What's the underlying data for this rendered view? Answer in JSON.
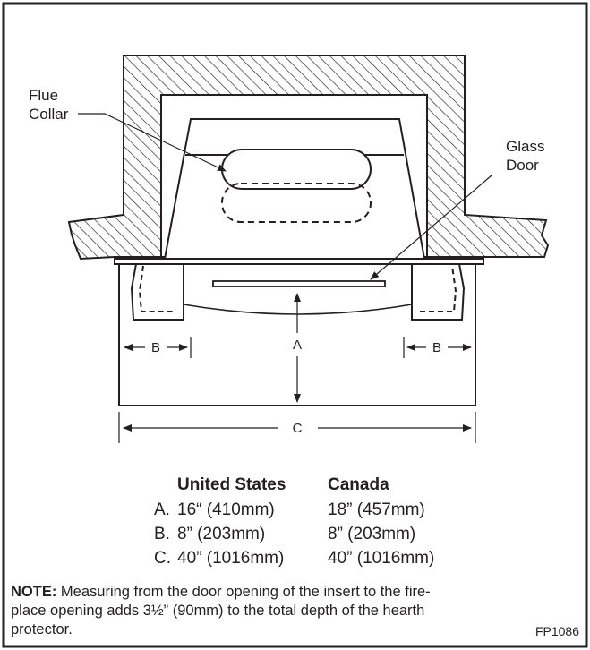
{
  "labels": {
    "flue_collar": [
      "Flue",
      "Collar"
    ],
    "glass_door": [
      "Glass",
      "Door"
    ],
    "dim_a": "A",
    "dim_b": "B",
    "dim_c": "C"
  },
  "table": {
    "headers": [
      "United States",
      "Canada"
    ],
    "rows": [
      {
        "key": "A.",
        "us": "16“ (410mm)",
        "canada": "18” (457mm)"
      },
      {
        "key": "B.",
        "us": "8” (203mm)",
        "canada": "8” (203mm)"
      },
      {
        "key": "C.",
        "us": "40” (1016mm)",
        "canada": "40” (1016mm)"
      }
    ]
  },
  "note": {
    "prefix": "NOTE:",
    "lines": [
      " Measuring from the door opening of the insert to the fire-",
      "place opening adds 3½” (90mm) to the total depth of the hearth",
      "protector."
    ]
  },
  "figure_code": "FP1086"
}
